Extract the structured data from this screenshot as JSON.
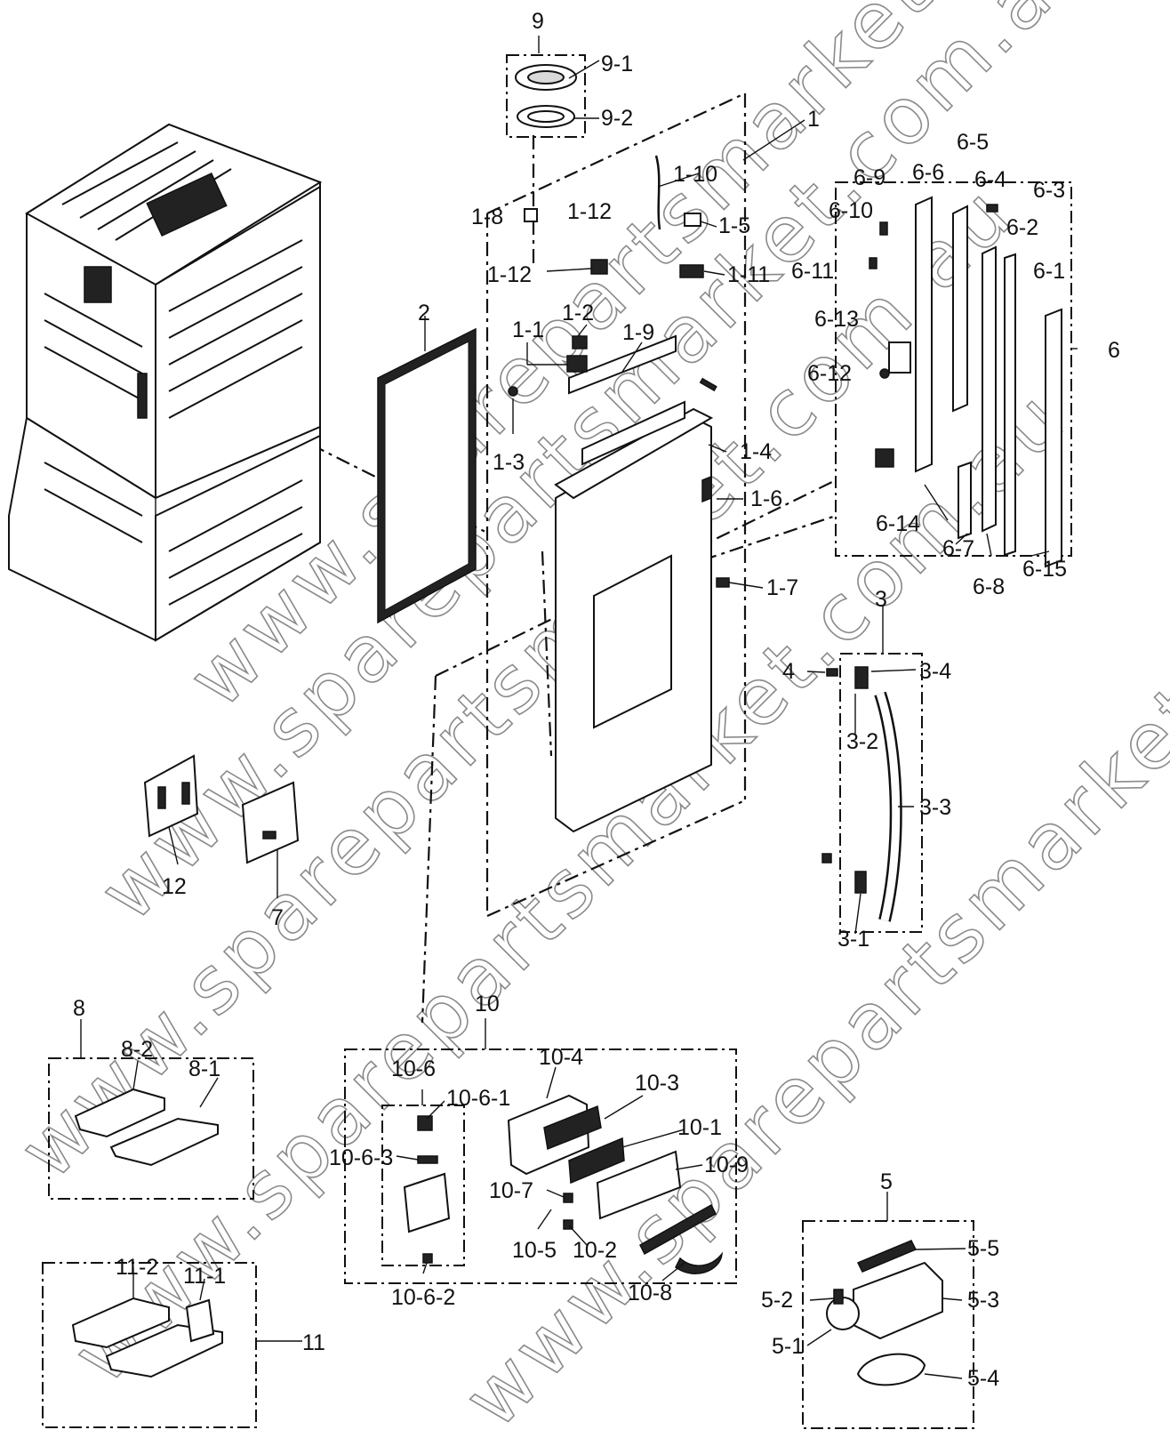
{
  "watermarks": [
    "www.sparepartsmarket.com.au",
    "www.sparepartsmarket.com.au",
    "www.sparepartsmarket.com.au",
    "www.sparepartsmarket.com.au",
    "www.sparepartsmarket.com.au"
  ],
  "labels": {
    "l1": "1",
    "l1_2": "1-2",
    "l1_3": "1-3",
    "l1_4": "1-4",
    "l1_5": "1-5",
    "l1_6": "1-6",
    "l1_7": "1-7",
    "l1_8": "1-8",
    "l1_9": "1-9",
    "l1_10": "1-10",
    "l1_11": "1-11",
    "l1_12a": "1-12",
    "l1_12b": "1-12",
    "l1_1": "1-1",
    "l2": "2",
    "l3": "3",
    "l3_1": "3-1",
    "l3_2": "3-2",
    "l3_3": "3-3",
    "l3_4": "3-4",
    "l4": "4",
    "l5": "5",
    "l5_1": "5-1",
    "l5_2": "5-2",
    "l5_3": "5-3",
    "l5_4": "5-4",
    "l5_5": "5-5",
    "l6": "6",
    "l6_1": "6-1",
    "l6_2": "6-2",
    "l6_3": "6-3",
    "l6_4": "6-4",
    "l6_5": "6-5",
    "l6_6": "6-6",
    "l6_7": "6-7",
    "l6_8": "6-8",
    "l6_9": "6-9",
    "l6_10": "6-10",
    "l6_11": "6-11",
    "l6_12": "6-12",
    "l6_13": "6-13",
    "l6_14": "6-14",
    "l6_15": "6-15",
    "l7": "7",
    "l8": "8",
    "l8_1": "8-1",
    "l8_2": "8-2",
    "l9": "9",
    "l9_1": "9-1",
    "l9_2": "9-2",
    "l10": "10",
    "l10_1": "10-1",
    "l10_2": "10-2",
    "l10_3": "10-3",
    "l10_4": "10-4",
    "l10_5": "10-5",
    "l10_6": "10-6",
    "l10_6_1": "10-6-1",
    "l10_6_2": "10-6-2",
    "l10_6_3": "10-6-3",
    "l10_7": "10-7",
    "l10_8": "10-8",
    "l10_9": "10-9",
    "l11": "11",
    "l11_1": "11-1",
    "l11_2": "11-2",
    "l12": "12"
  },
  "colors": {
    "line": "#111111",
    "watermark": "#8a8a8a",
    "background": "#ffffff"
  }
}
